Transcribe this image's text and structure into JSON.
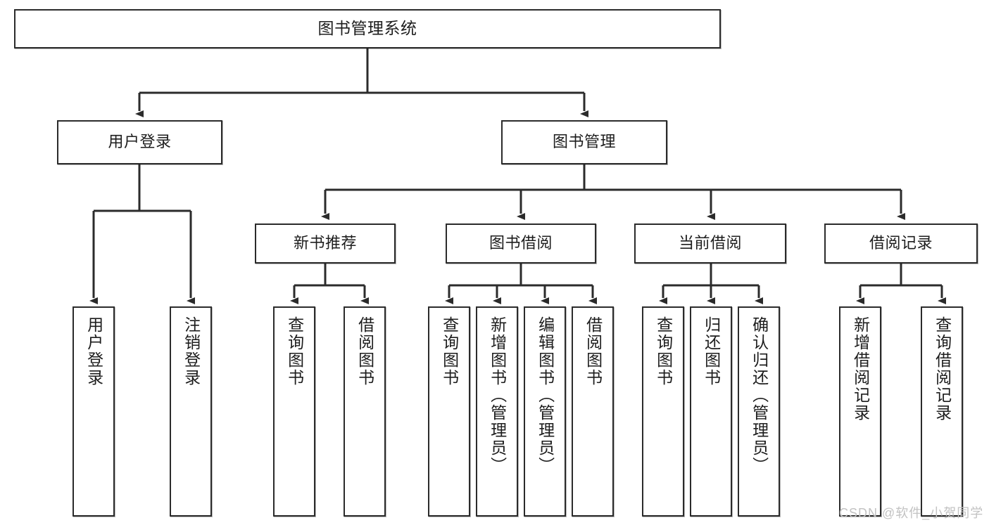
{
  "diagram": {
    "title": "图书管理系统",
    "type": "tree-hierarchy",
    "watermark": "CSDN @软件_小贺同学",
    "colors": {
      "stroke": "#2b2b2b",
      "fill": "#ffffff",
      "text": "#1d1d1d",
      "watermark": "#c2c2c2"
    },
    "nodes": {
      "root": {
        "label": "图书管理系统",
        "level": 1
      },
      "level2": [
        {
          "id": "user-login",
          "label": "用户登录"
        },
        {
          "id": "book-manage",
          "label": "图书管理"
        }
      ],
      "level3": [
        {
          "id": "new-book-recommend",
          "label": "新书推荐"
        },
        {
          "id": "book-borrow",
          "label": "图书借阅"
        },
        {
          "id": "current-borrow",
          "label": "当前借阅"
        },
        {
          "id": "borrow-record",
          "label": "借阅记录"
        }
      ],
      "leaves": {
        "user-login": [
          {
            "id": "leaf-user-login",
            "label": "用户登录"
          },
          {
            "id": "leaf-logout",
            "label": "注销登录"
          }
        ],
        "new-book-recommend": [
          {
            "id": "leaf-query-book-1",
            "label": "查询图书"
          },
          {
            "id": "leaf-borrow-book-1",
            "label": "借阅图书"
          }
        ],
        "book-borrow": [
          {
            "id": "leaf-query-book-2",
            "label": "查询图书"
          },
          {
            "id": "leaf-add-book",
            "label": "新增图书（管理员）"
          },
          {
            "id": "leaf-edit-book",
            "label": "编辑图书（管理员）"
          },
          {
            "id": "leaf-borrow-book-2",
            "label": "借阅图书"
          }
        ],
        "current-borrow": [
          {
            "id": "leaf-query-book-3",
            "label": "查询图书"
          },
          {
            "id": "leaf-return-book",
            "label": "归还图书"
          },
          {
            "id": "leaf-confirm-return",
            "label": "确认归还（管理员）"
          }
        ],
        "borrow-record": [
          {
            "id": "leaf-add-record",
            "label": "新增借阅记录"
          },
          {
            "id": "leaf-query-record",
            "label": "查询借阅记录"
          }
        ]
      }
    }
  }
}
